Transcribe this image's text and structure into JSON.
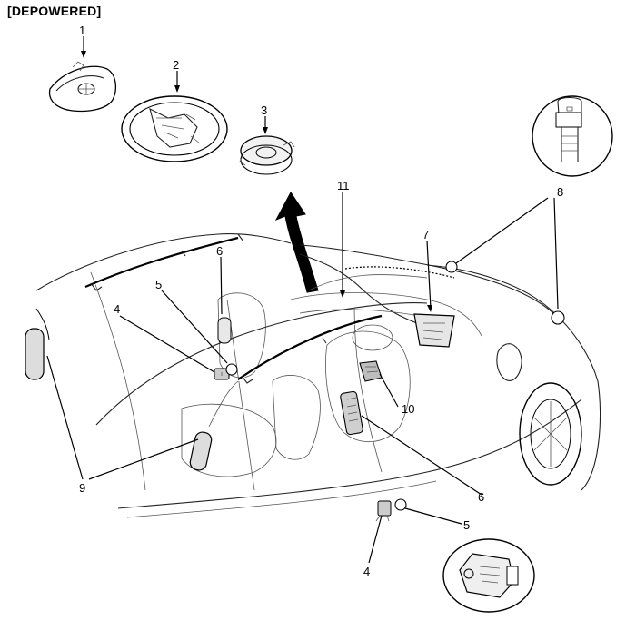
{
  "header": {
    "title": "[DEPOWERED]"
  },
  "callouts": [
    {
      "id": "c1",
      "label": "1"
    },
    {
      "id": "c2",
      "label": "2"
    },
    {
      "id": "c3",
      "label": "3"
    },
    {
      "id": "c4a",
      "label": "4"
    },
    {
      "id": "c5a",
      "label": "5"
    },
    {
      "id": "c6a",
      "label": "6"
    },
    {
      "id": "c7",
      "label": "7"
    },
    {
      "id": "c8",
      "label": "8"
    },
    {
      "id": "c9",
      "label": "9"
    },
    {
      "id": "c10",
      "label": "10"
    },
    {
      "id": "c11",
      "label": "11"
    },
    {
      "id": "c6b",
      "label": "6"
    },
    {
      "id": "c5b",
      "label": "5"
    },
    {
      "id": "c4b",
      "label": "4"
    }
  ]
}
